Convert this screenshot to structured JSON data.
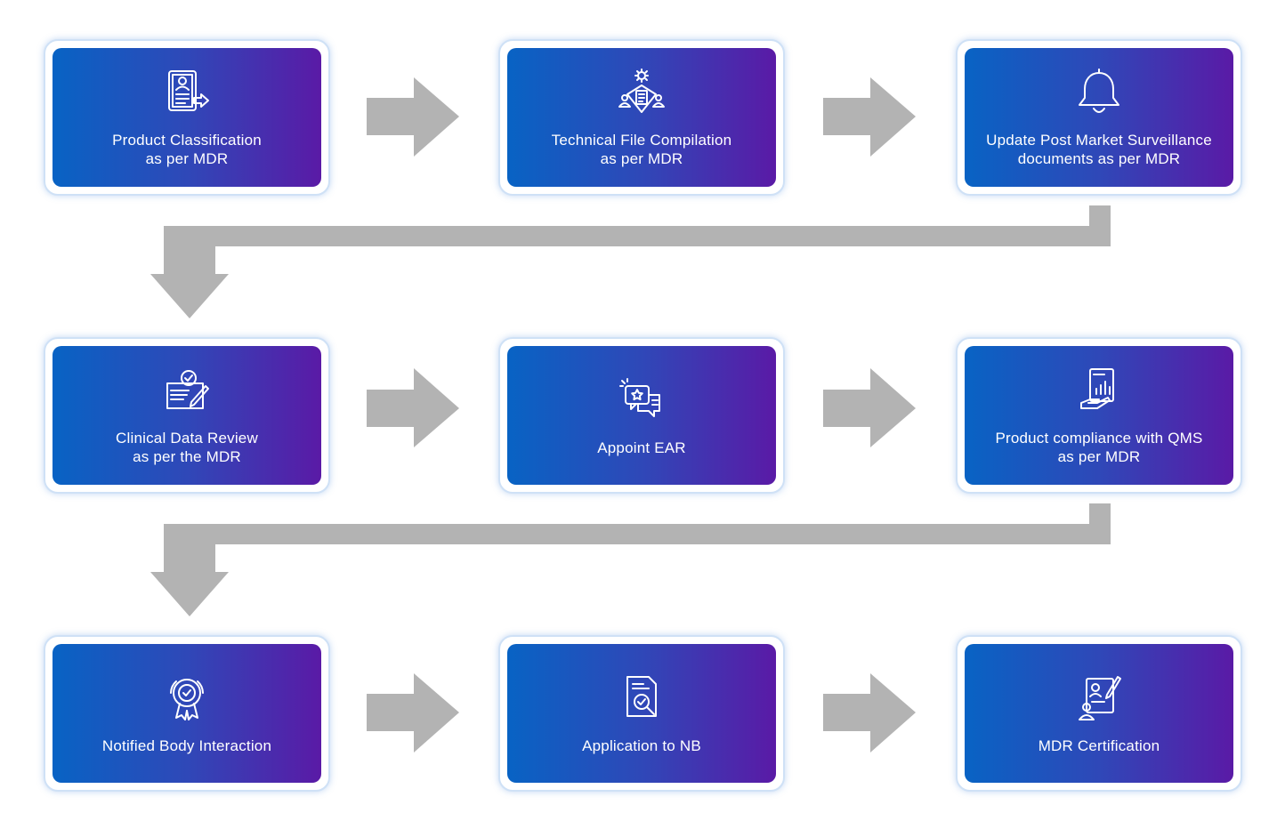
{
  "colors": {
    "card_gradient_start": "#0863c4",
    "card_gradient_end": "#5a1aa6",
    "card_border": "#cfe1f6",
    "arrow": "#b3b3b3",
    "text": "#ffffff"
  },
  "steps": [
    {
      "label": "Product Classification\nas per MDR",
      "icon": "document-user-icon"
    },
    {
      "label": "Technical File Compilation\nas per MDR",
      "icon": "team-document-gear-icon"
    },
    {
      "label": "Update Post Market Surveillance\ndocuments as per MDR",
      "icon": "bell-icon"
    },
    {
      "label": "Clinical Data Review\nas per the MDR",
      "icon": "document-check-pen-icon"
    },
    {
      "label": "Appoint EAR",
      "icon": "chat-star-icon"
    },
    {
      "label": "Product compliance with QMS\nas per MDR",
      "icon": "report-hand-icon"
    },
    {
      "label": "Notified Body Interaction",
      "icon": "award-badge-icon"
    },
    {
      "label": "Application to NB",
      "icon": "document-search-icon"
    },
    {
      "label": "MDR Certification",
      "icon": "certificate-person-icon"
    }
  ]
}
